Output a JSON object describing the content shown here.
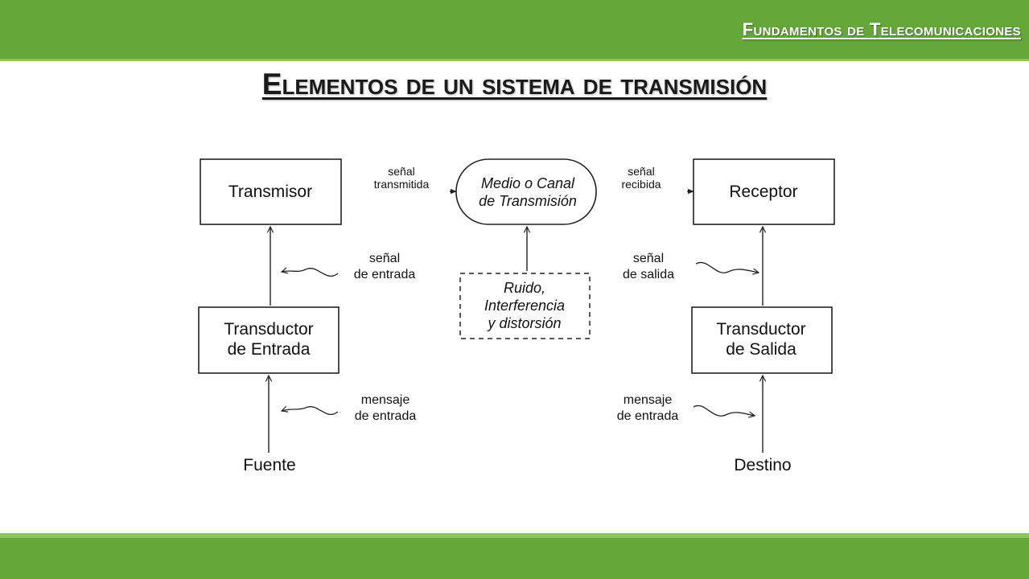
{
  "header": {
    "title": "Fundamentos de Telecomunicaciones"
  },
  "slide": {
    "title": "Elementos de un sistema de transmisión"
  },
  "diagram": {
    "transmisor": "Transmisor",
    "receptor": "Receptor",
    "medio": [
      "Medio o Canal",
      "de Transmisión"
    ],
    "ruido": [
      "Ruido,",
      "Interferencia",
      "y distorsión"
    ],
    "transductor_entrada": [
      "Transductor",
      "de Entrada"
    ],
    "transductor_salida": [
      "Transductor",
      "de Salida"
    ],
    "fuente": "Fuente",
    "destino": "Destino",
    "senal_transmitida": [
      "señal",
      "transmitida"
    ],
    "senal_recibida": [
      "señal",
      "recibida"
    ],
    "senal_entrada": [
      "señal",
      "de entrada"
    ],
    "senal_salida": [
      "señal",
      "de salida"
    ],
    "mensaje_entrada_izq": [
      "mensaje",
      "de entrada"
    ],
    "mensaje_entrada_der": [
      "mensaje",
      "de entrada"
    ]
  }
}
